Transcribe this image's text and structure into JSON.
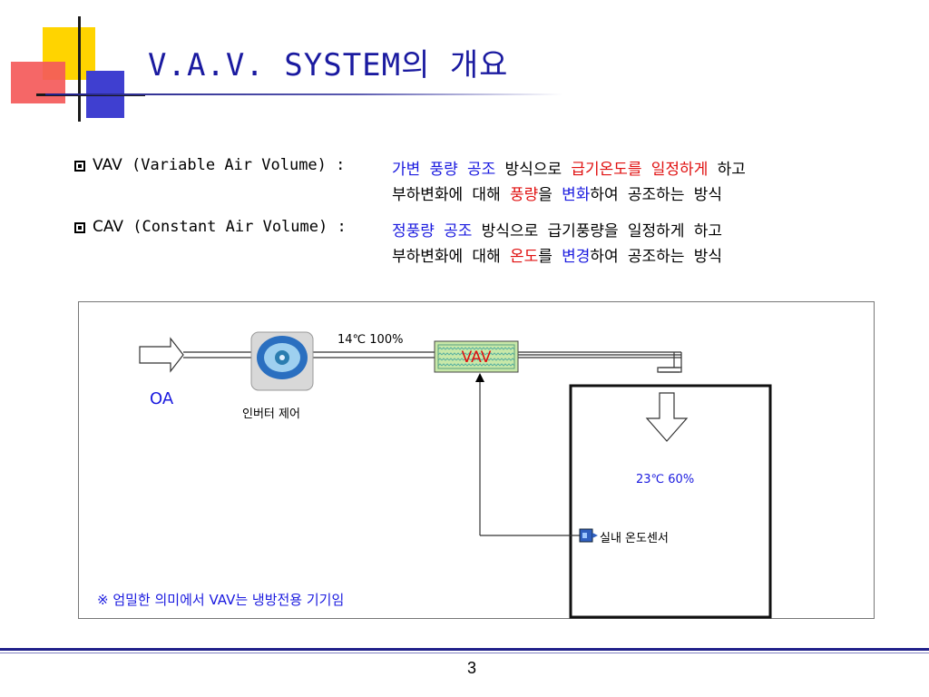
{
  "title": "V.A.V. SYSTEM의 개요",
  "items": [
    {
      "term": "VAV",
      "full": "(Variable Air Volume) :",
      "line1": [
        {
          "text": "가변 풍량 공조",
          "color": "blue"
        },
        {
          "text": " 방식으로 ",
          "color": "black"
        },
        {
          "text": "급기온도를 일정하게",
          "color": "red"
        },
        {
          "text": " 하고",
          "color": "black"
        }
      ],
      "line2": [
        {
          "text": "부하변화에 대해 ",
          "color": "black"
        },
        {
          "text": "풍량",
          "color": "red"
        },
        {
          "text": "을 ",
          "color": "black"
        },
        {
          "text": "변화",
          "color": "blue"
        },
        {
          "text": "하여 공조하는 방식",
          "color": "black"
        }
      ]
    },
    {
      "term": "CAV",
      "full": "(Constant Air Volume) :",
      "line1": [
        {
          "text": "정풍량 공조",
          "color": "blue"
        },
        {
          "text": " 방식으로 급기풍량을 일정하게 하고",
          "color": "black"
        }
      ],
      "line2": [
        {
          "text": "부하변화에 대해 ",
          "color": "black"
        },
        {
          "text": "온도",
          "color": "red"
        },
        {
          "text": "를 ",
          "color": "black"
        },
        {
          "text": "변경",
          "color": "blue"
        },
        {
          "text": "하여 공조하는 방식",
          "color": "black"
        }
      ]
    }
  ],
  "diagram": {
    "supply_condition": "14℃ 100%",
    "vav_label": "VAV",
    "oa_label": "OA",
    "fan_label": "인버터 제어",
    "room_condition": "23℃ 60%",
    "sensor_label": "실내 온도센서",
    "note": "※ 엄밀한 의미에서 VAV는 냉방전용 기기임"
  },
  "page_number": "3",
  "colors": {
    "title": "#1a1aa0",
    "blue": "#1a1adf",
    "red": "#e01010",
    "accent": "#20208a"
  }
}
